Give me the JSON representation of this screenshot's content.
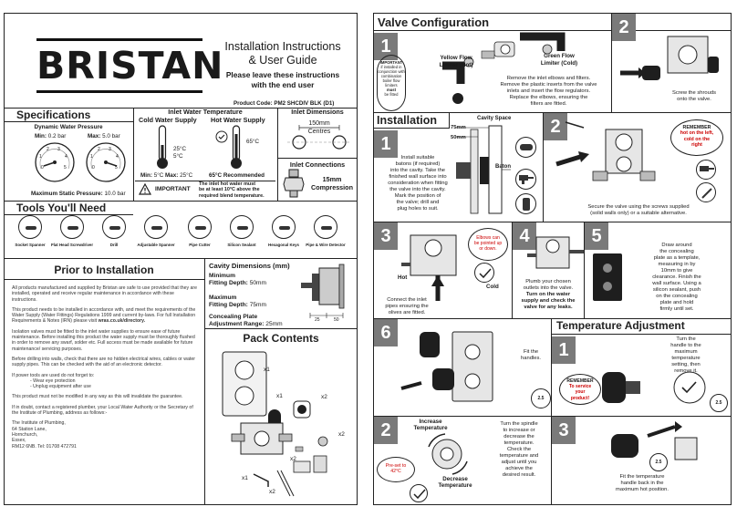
{
  "brand": "BRISTAN",
  "doc_title_l1": "Installation Instructions",
  "doc_title_l2": "& User Guide",
  "doc_subtitle_l1": "Please leave these instructions",
  "doc_subtitle_l2": "with the end user",
  "product_code": "Product Code: PM2 SHCDIV BLK (D1)",
  "spec": {
    "title": "Specifications",
    "pressure_title": "Dynamic Water Pressure",
    "min_label": "Min:",
    "min_value": "0.2 bar",
    "max_label": "Max:",
    "max_value": "5.0 bar",
    "gauge1_ticks": [
      "0",
      "1",
      "2",
      "3",
      "4",
      "5"
    ],
    "gauge2_ticks": [
      "0",
      "1",
      "2",
      "3",
      "4",
      "5"
    ],
    "static_label": "Maximum Static Pressure:",
    "static_value": "10.0 bar",
    "inlet_temp_title": "Inlet Water Temperature",
    "cold_title": "Cold Water Supply",
    "hot_title": "Hot Water Supply",
    "cold_t1": "25°C",
    "cold_t2": "5°C",
    "hot_t1": "65°C",
    "min_temp_label": "Min:",
    "min_temp_value": "5°C",
    "max_temp_label": "Max:",
    "max_temp_value": "25°C",
    "hot_recommended": "65°C Recommended",
    "important_label": "IMPORTANT",
    "important_note_l1": "The inlet hot water must",
    "important_note_l2": "be at least 10°C above the",
    "important_note_l3": "required blend temperature.",
    "inlet_dim_title": "Inlet Dimensions",
    "centres_value": "150mm",
    "centres_label": "Centres",
    "inlet_conn_title": "Inlet Connections",
    "inlet_conn_value_l1": "15mm",
    "inlet_conn_value_l2": "Compression"
  },
  "tools": {
    "title": "Tools You'll Need",
    "items": [
      {
        "label": "Socket Spanner"
      },
      {
        "label": "Flat Head Screwdriver"
      },
      {
        "label": "Drill"
      },
      {
        "label": "Adjustable Spanner"
      },
      {
        "label": "Pipe Cutter"
      },
      {
        "label": "Silicon Sealant"
      },
      {
        "label": "Hexagonal Keys"
      },
      {
        "label": "Pipe & Wire Detector"
      }
    ]
  },
  "prior": {
    "title": "Prior to Installation",
    "p1": "All products manufactured and supplied by Bristan are safe to use provided that they are installed, operated and receive regular maintenance in accordance with these instructions.",
    "p2": "This product needs to be installed in accordance with, and meet the requirements of the Water Supply (Water Fittings) Regulations 1999 and current by-laws. For full Installation Requirements & Notes (IRN) please visit",
    "p2_link": "wras.co.uk/directory.",
    "p3": "Isolation valves must be fitted to the inlet water supplies to ensure ease of future maintenance. Before installing this product the water supply must be thoroughly flushed in order to remove any swarf, solder etc. Full access must be made available for future maintenance/ servicing purposes.",
    "p4": "Before drilling into walls, check that there are no hidden electrical wires, cables or water supply pipes. This can be checked with the aid of an electronic detector.",
    "p5": "If power tools are used do not forget to:",
    "p5a": "- Wear eye protection",
    "p5b": "- Unplug equipment after use",
    "p6": "This product must not be modified in any way as this will invalidate the guarantee.",
    "p7": "If in doubt, contact a registered plumber, your Local Water Authority or the Secretary of the Institute of Plumbing, address as follows:-",
    "addr": [
      "The Institute of Plumbing,",
      "64 Station Lane,",
      "Hornchurch,",
      "Essex,",
      "RM12 6NB. Tel: 01708 472791"
    ]
  },
  "cavity": {
    "title": "Cavity Dimensions (mm)",
    "min_label": "Minimum",
    "min_line2": "Fitting Depth:",
    "min_value": "50mm",
    "max_label": "Maximum",
    "max_line2": "Fitting Depth:",
    "max_value": "75mm",
    "plate_label": "Concealing Plate",
    "plate_line2": "Adjustment Range:",
    "plate_value": "25mm",
    "dim_a": "25",
    "dim_b": "50"
  },
  "pack": {
    "title": "Pack Contents",
    "qty": [
      "x1",
      "x1",
      "x2",
      "x2",
      "x2",
      "x1",
      "x2"
    ]
  },
  "valve_config": {
    "title": "Valve Configuration",
    "yellow_l1": "Yellow Flow",
    "yellow_l2": "Limiter (Hot)",
    "green_l1": "Green Flow",
    "green_l2": "Limiter (Cold)",
    "important": [
      "IMPORTANT",
      "if installed in",
      "conjunction with",
      "combination",
      "boiler flow",
      "limiters",
      "must",
      "be fitted"
    ],
    "step1_text": [
      "Remove the inlet elbows and filters.",
      "Remove the plastic inserts from the valve",
      "inlets and insert the flow regulators.",
      "Replace the elbows, ensuring the",
      "filters are fitted."
    ],
    "step2_text": [
      "Screw the shrouds",
      "onto the valve."
    ]
  },
  "installation": {
    "title": "Installation",
    "cavity_label": "Cavity Space",
    "dim_75": "75mm",
    "dim_50": "50mm",
    "baton_label": "Baton",
    "step1_text": [
      "Install suitable",
      "batons (if required)",
      "into the cavity. Take the",
      "finished wall surface into",
      "consideration when fitting",
      "the valve into the cavity.",
      "Mark the position of",
      "the valve; drill and",
      "plug holes to suit."
    ],
    "remember1": [
      "REMEMBER",
      "hot on the left,",
      "cold on the",
      "right"
    ],
    "step2_text": [
      "Secure the valve using the screws supplied",
      "(solid walls only) or a suitable alternative."
    ],
    "hot_label": "Hot",
    "cold_label": "Cold",
    "elbows_note": [
      "Elbows can",
      "be pointed up",
      "or down."
    ],
    "step3_text": [
      "Connect the inlet",
      "pipes ensuring the",
      "olives are fitted."
    ],
    "step4_text": [
      "Plumb your chosen",
      "outlets into the valve."
    ],
    "step4_bold": [
      "Turn on the water",
      "supply and check the",
      "valve for any leaks."
    ],
    "step5_text": [
      "Draw around",
      "the concealing",
      "plate as a template,",
      "measuring in by",
      "10mm to give",
      "clearance. Finish the",
      "wall surface. Using a",
      "silicon sealant, push",
      "on the concealing",
      "plate and hold",
      "firmly until set."
    ],
    "step6_text": [
      "Fit the",
      "handles."
    ],
    "hex": "2.5"
  },
  "temp": {
    "title": "Temperature Adjustment",
    "step1_text": [
      "Turn the",
      "handle to the",
      "maximum",
      "temperature",
      "setting, then",
      "remove it."
    ],
    "remember": [
      "REMEMBER",
      "To service",
      "your",
      "product!"
    ],
    "increase": [
      "Increase",
      "Temperature"
    ],
    "decrease": [
      "Decrease",
      "Temperature"
    ],
    "preset": [
      "Pre-set to",
      "42°C"
    ],
    "step2_text": [
      "Turn the spindle",
      "to increase or",
      "decrease the",
      "temperature.",
      "Check the",
      "temperature and",
      "adjust until you",
      "achieve the",
      "desired result."
    ],
    "step3_text": [
      "Fit the temperature",
      "handle back in the",
      "maximum hot position."
    ],
    "hex": "2.5"
  },
  "steps": {
    "s1": "1",
    "s2": "2",
    "s3": "3",
    "s4": "4",
    "s5": "5",
    "s6": "6"
  }
}
